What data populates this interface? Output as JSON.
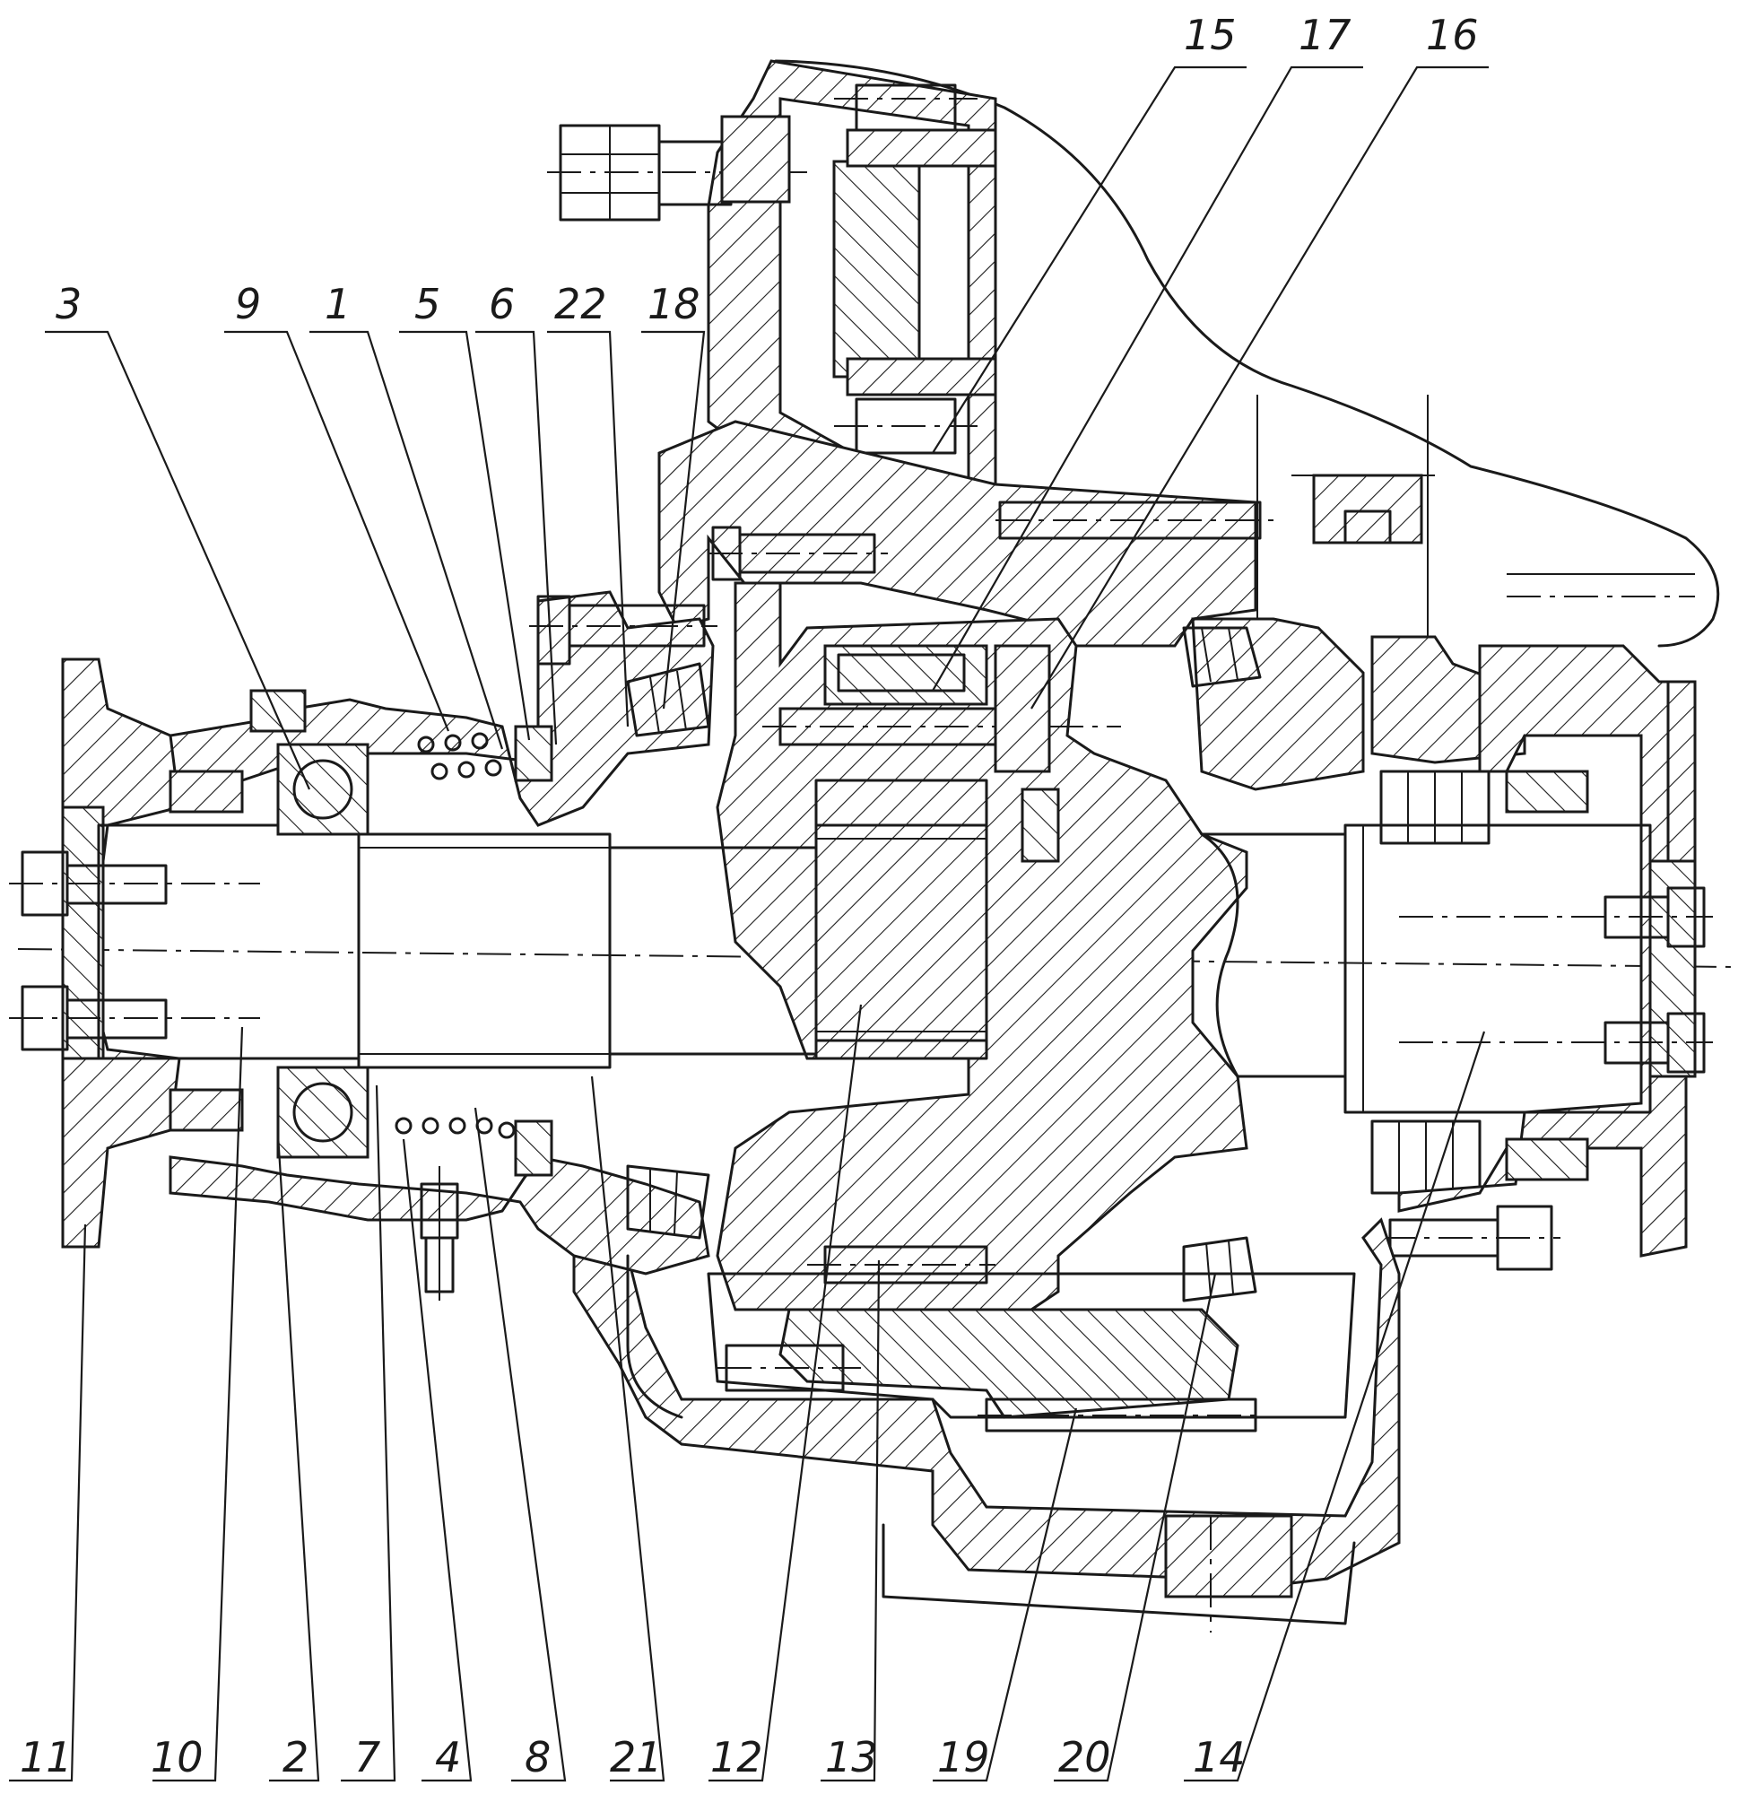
{
  "callouts_top": [
    {
      "id": "c3",
      "label": "3"
    },
    {
      "id": "c9",
      "label": "9"
    },
    {
      "id": "c1",
      "label": "1"
    },
    {
      "id": "c5",
      "label": "5"
    },
    {
      "id": "c6",
      "label": "6"
    },
    {
      "id": "c22",
      "label": "22"
    },
    {
      "id": "c18",
      "label": "18"
    },
    {
      "id": "c15",
      "label": "15"
    },
    {
      "id": "c17",
      "label": "17"
    },
    {
      "id": "c16",
      "label": "16"
    }
  ],
  "callouts_bottom": [
    {
      "id": "c11",
      "label": "11"
    },
    {
      "id": "c10",
      "label": "10"
    },
    {
      "id": "c2",
      "label": "2"
    },
    {
      "id": "c7",
      "label": "7"
    },
    {
      "id": "c4",
      "label": "4"
    },
    {
      "id": "c8",
      "label": "8"
    },
    {
      "id": "c21",
      "label": "21"
    },
    {
      "id": "c12",
      "label": "12"
    },
    {
      "id": "c13",
      "label": "13"
    },
    {
      "id": "c19",
      "label": "19"
    },
    {
      "id": "c20",
      "label": "20"
    },
    {
      "id": "c14",
      "label": "14"
    }
  ]
}
